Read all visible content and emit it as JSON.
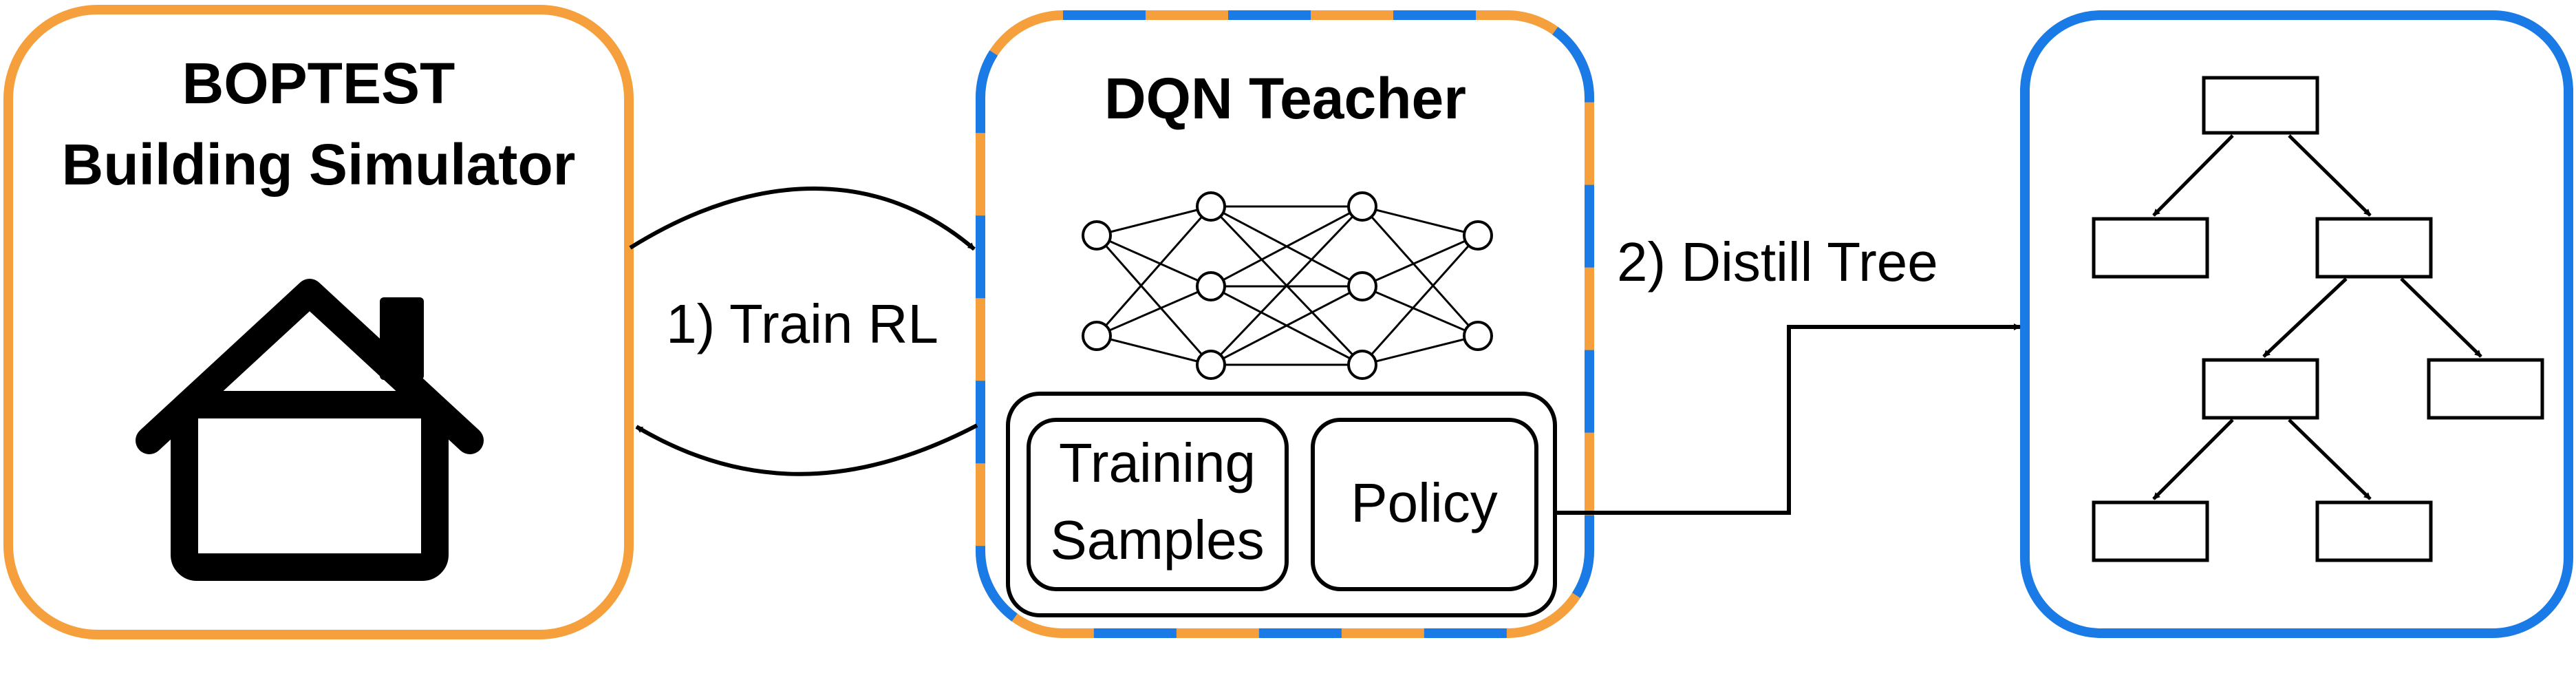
{
  "colors": {
    "orange": "#F5A03C",
    "blue": "#1A7AE6",
    "line": "#000000"
  },
  "simulator": {
    "title_line1": "BOPTEST",
    "title_line2": "Building Simulator",
    "icon": "house-icon"
  },
  "teacher": {
    "title": "DQN Teacher",
    "icon": "neural-network-icon",
    "training_samples_line1": "Training",
    "training_samples_line2": "Samples",
    "policy": "Policy"
  },
  "arrows": {
    "train": "1) Train RL",
    "distill": "2) Distill Tree"
  },
  "tree": {
    "icon": "decision-tree-icon"
  }
}
